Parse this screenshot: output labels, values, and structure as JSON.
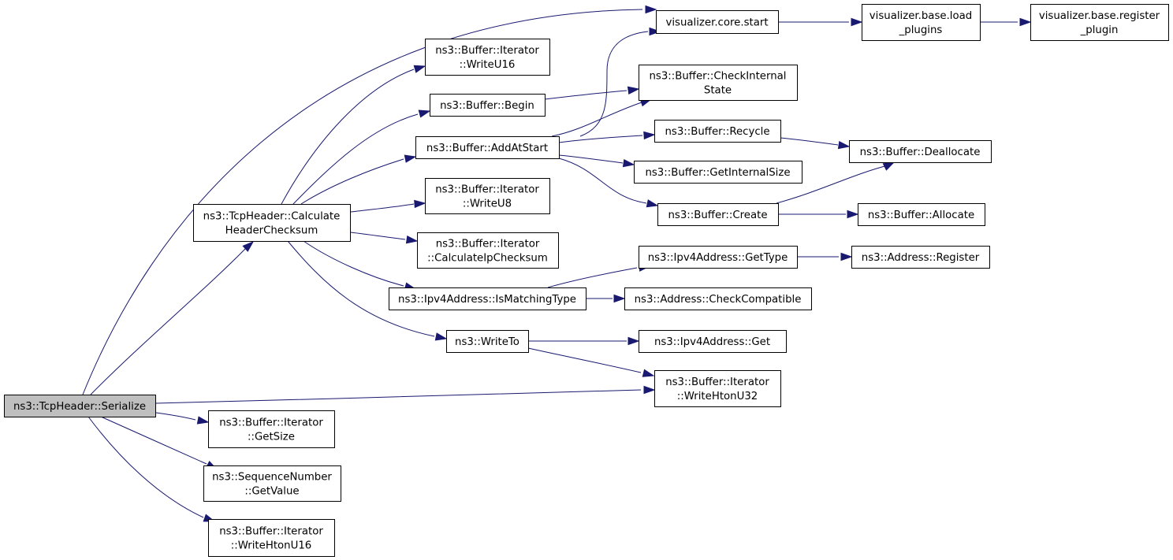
{
  "nodes": {
    "serialize": [
      "ns3::TcpHeader::Serialize"
    ],
    "calc_header_checksum": [
      "ns3::TcpHeader::Calculate",
      "HeaderChecksum"
    ],
    "iter_get_size": [
      "ns3::Buffer::Iterator",
      "::GetSize"
    ],
    "seqnum_get_value": [
      "ns3::SequenceNumber",
      "::GetValue"
    ],
    "iter_write_hton_u16": [
      "ns3::Buffer::Iterator",
      "::WriteHtonU16"
    ],
    "iter_write_hton_u32": [
      "ns3::Buffer::Iterator",
      "::WriteHtonU32"
    ],
    "vis_core_start": [
      "visualizer.core.start"
    ],
    "vis_base_load_plugins": [
      "visualizer.base.load",
      "_plugins"
    ],
    "vis_base_register_plugin": [
      "visualizer.base.register",
      "_plugin"
    ],
    "iter_write_u16": [
      "ns3::Buffer::Iterator",
      "::WriteU16"
    ],
    "buffer_begin": [
      "ns3::Buffer::Begin"
    ],
    "buffer_add_at_start": [
      "ns3::Buffer::AddAtStart"
    ],
    "iter_write_u8": [
      "ns3::Buffer::Iterator",
      "::WriteU8"
    ],
    "iter_calc_ip_checksum": [
      "ns3::Buffer::Iterator",
      "::CalculateIpChecksum"
    ],
    "ipv4_is_matching_type": [
      "ns3::Ipv4Address::IsMatchingType"
    ],
    "write_to": [
      "ns3::WriteTo"
    ],
    "buffer_check_internal_state": [
      "ns3::Buffer::CheckInternal",
      "State"
    ],
    "buffer_recycle": [
      "ns3::Buffer::Recycle"
    ],
    "buffer_get_internal_size": [
      "ns3::Buffer::GetInternalSize"
    ],
    "buffer_create": [
      "ns3::Buffer::Create"
    ],
    "ipv4_get_type": [
      "ns3::Ipv4Address::GetType"
    ],
    "address_check_compatible": [
      "ns3::Address::CheckCompatible"
    ],
    "ipv4_get": [
      "ns3::Ipv4Address::Get"
    ],
    "buffer_deallocate": [
      "ns3::Buffer::Deallocate"
    ],
    "buffer_allocate": [
      "ns3::Buffer::Allocate"
    ],
    "address_register": [
      "ns3::Address::Register"
    ]
  },
  "edges": [
    [
      "serialize",
      "vis_core_start"
    ],
    [
      "serialize",
      "calc_header_checksum"
    ],
    [
      "serialize",
      "iter_write_hton_u32"
    ],
    [
      "serialize",
      "iter_get_size"
    ],
    [
      "serialize",
      "seqnum_get_value"
    ],
    [
      "serialize",
      "iter_write_hton_u16"
    ],
    [
      "vis_core_start",
      "vis_base_load_plugins"
    ],
    [
      "vis_base_load_plugins",
      "vis_base_register_plugin"
    ],
    [
      "calc_header_checksum",
      "iter_write_u16"
    ],
    [
      "calc_header_checksum",
      "buffer_begin"
    ],
    [
      "calc_header_checksum",
      "buffer_add_at_start"
    ],
    [
      "calc_header_checksum",
      "iter_write_u8"
    ],
    [
      "calc_header_checksum",
      "iter_calc_ip_checksum"
    ],
    [
      "calc_header_checksum",
      "ipv4_is_matching_type"
    ],
    [
      "calc_header_checksum",
      "write_to"
    ],
    [
      "buffer_begin",
      "buffer_check_internal_state"
    ],
    [
      "buffer_add_at_start",
      "vis_core_start"
    ],
    [
      "buffer_add_at_start",
      "buffer_check_internal_state"
    ],
    [
      "buffer_add_at_start",
      "buffer_recycle"
    ],
    [
      "buffer_add_at_start",
      "buffer_get_internal_size"
    ],
    [
      "buffer_add_at_start",
      "buffer_create"
    ],
    [
      "buffer_recycle",
      "buffer_deallocate"
    ],
    [
      "buffer_create",
      "buffer_deallocate"
    ],
    [
      "buffer_create",
      "buffer_allocate"
    ],
    [
      "ipv4_is_matching_type",
      "ipv4_get_type"
    ],
    [
      "ipv4_is_matching_type",
      "address_check_compatible"
    ],
    [
      "ipv4_get_type",
      "address_register"
    ],
    [
      "write_to",
      "ipv4_get"
    ],
    [
      "write_to",
      "iter_write_hton_u32"
    ]
  ]
}
